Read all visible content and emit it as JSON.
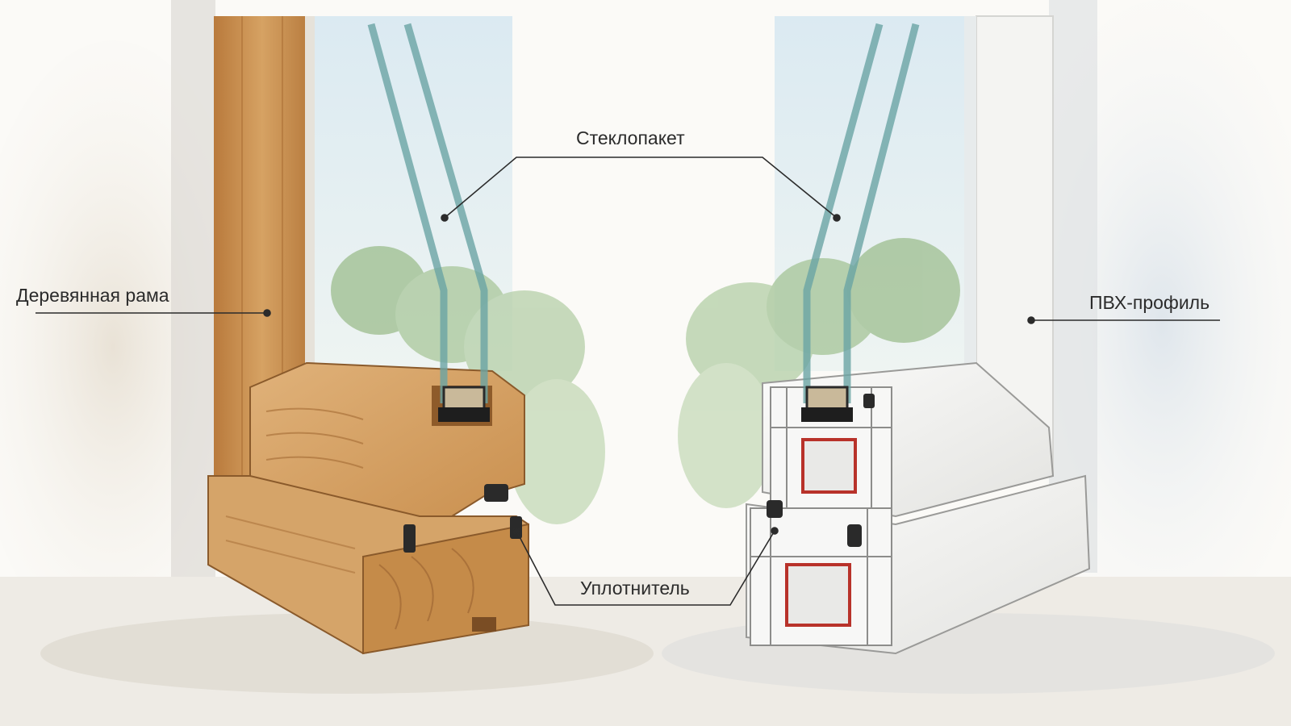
{
  "labels": {
    "glass_unit": "Стеклопакет",
    "wood_frame": "Деревянная рама",
    "pvc_profile": "ПВХ-профиль",
    "seal": "Уплотнитель"
  },
  "colors": {
    "wood": "#c98f4e",
    "wood_dark": "#9a6330",
    "pvc": "#f3f3f1",
    "glass": "#7fb3b2",
    "seal": "#2a2a2a",
    "steel_reinforcement": "#b8322a",
    "foliage": "#8fb48a",
    "sky": "#cfe2ee",
    "leader_line": "#2b2b2b"
  }
}
